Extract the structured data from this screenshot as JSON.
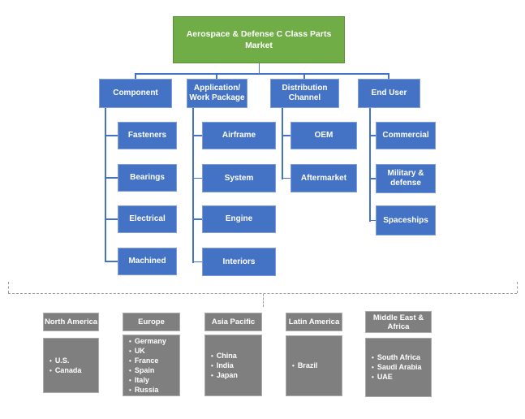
{
  "title": "Aerospace & Defense C Class Parts Market",
  "categories": [
    {
      "label": "Component",
      "children": [
        "Fasteners",
        "Bearings",
        "Electrical",
        "Machined"
      ]
    },
    {
      "label": "Application/\nWork Package",
      "children": [
        "Airframe",
        "System",
        "Engine",
        "Interiors"
      ]
    },
    {
      "label": "Distribution\nChannel",
      "children": [
        "OEM",
        "Aftermarket"
      ]
    },
    {
      "label": "End User",
      "children": [
        "Commercial",
        "Military &\ndefense",
        "Spaceships"
      ]
    }
  ],
  "regions": [
    {
      "label": "North America",
      "countries": [
        "U.S.",
        "Canada"
      ]
    },
    {
      "label": "Europe",
      "countries": [
        "Germany",
        "UK",
        "France",
        "Spain",
        "Italy",
        "Russia"
      ]
    },
    {
      "label": "Asia Pacific",
      "countries": [
        "China",
        "India",
        "Japan"
      ]
    },
    {
      "label": "Latin America",
      "countries": [
        "Brazil"
      ]
    },
    {
      "label": "Middle East &\nAfrica",
      "countries": [
        "South Africa",
        "Saudi Arabia",
        "UAE"
      ]
    }
  ],
  "icons": {
    "bullet_char": "•"
  },
  "colors": {
    "root_fill": "#70ad47",
    "root_border": "#5a8f39",
    "node_fill": "#4472c4",
    "node_border": "#7f9ed9",
    "connector": "#4472c4",
    "region_fill": "#7f7f7f",
    "region_border": "#ababab",
    "dashed_line": "#999999"
  }
}
